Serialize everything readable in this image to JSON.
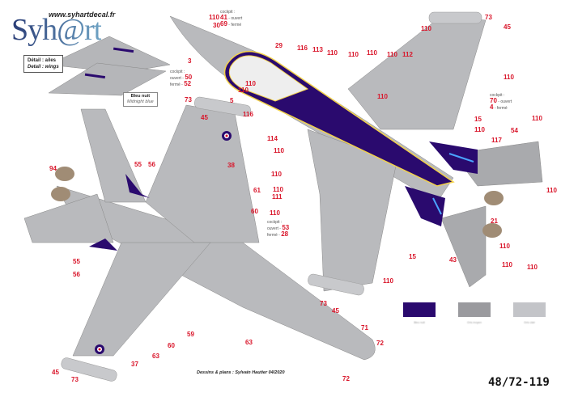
{
  "header": {
    "url": "www.syhartdecal.fr",
    "logo": "Syh@rt"
  },
  "detail_box": {
    "fr": "Détail : ailes",
    "en": "Detail : wings"
  },
  "color_callout": {
    "fr": "Bleu nuit",
    "en": "Midnight blue"
  },
  "cockpit_notes": [
    {
      "title": "cockpit :",
      "open_num": "41",
      "open_fr": "ouvert",
      "open_en": "open",
      "closed_num": "69",
      "closed_fr": "fermé",
      "closed_en": "closed"
    },
    {
      "title": "cockpit :",
      "open_num": "50",
      "open_fr": "ouvert",
      "open_en": "open",
      "closed_num": "52",
      "closed_fr": "fermé",
      "closed_en": "closed"
    },
    {
      "title": "cockpit :",
      "open_num": "70",
      "open_fr": "ouvert",
      "open_en": "open",
      "closed_num": "4",
      "closed_fr": "fermé",
      "closed_en": "closed"
    },
    {
      "title": "cockpit :",
      "open_num": "53",
      "open_fr": "ouvert",
      "open_en": "open",
      "closed_num": "28",
      "closed_fr": "fermé",
      "closed_en": "closed"
    }
  ],
  "top_view_labels": [
    "110",
    "30",
    "3",
    "29",
    "116",
    "113",
    "110",
    "110",
    "110",
    "110",
    "112",
    "110",
    "73",
    "45",
    "110",
    "110",
    "5",
    "110",
    "116",
    "114",
    "110",
    "110",
    "110",
    "111",
    "110",
    "110",
    "15",
    "110",
    "117",
    "54",
    "110",
    "110",
    "21",
    "110",
    "43",
    "110",
    "110",
    "110",
    "15",
    "73",
    "45"
  ],
  "bottom_view_labels": [
    "73",
    "45",
    "38",
    "94",
    "55",
    "56",
    "61",
    "60",
    "55",
    "56",
    "59",
    "63",
    "60",
    "37",
    "45",
    "73",
    "63",
    "71",
    "72",
    "72"
  ],
  "paint_swatches": [
    {
      "name": "Bleu nuit",
      "color": "#2a0a6e"
    },
    {
      "name": "Gris moyen",
      "color": "#9a9a9e"
    },
    {
      "name": "Gris clair",
      "color": "#c3c4c8"
    }
  ],
  "credits": "Dessins & plans : Sylvain Hautier 04/2020",
  "reference": "48/72-119",
  "colors": {
    "callout_red": "#d9152a",
    "midnight_blue": "#2a0a6e",
    "aircraft_grey": "#b9babd"
  }
}
